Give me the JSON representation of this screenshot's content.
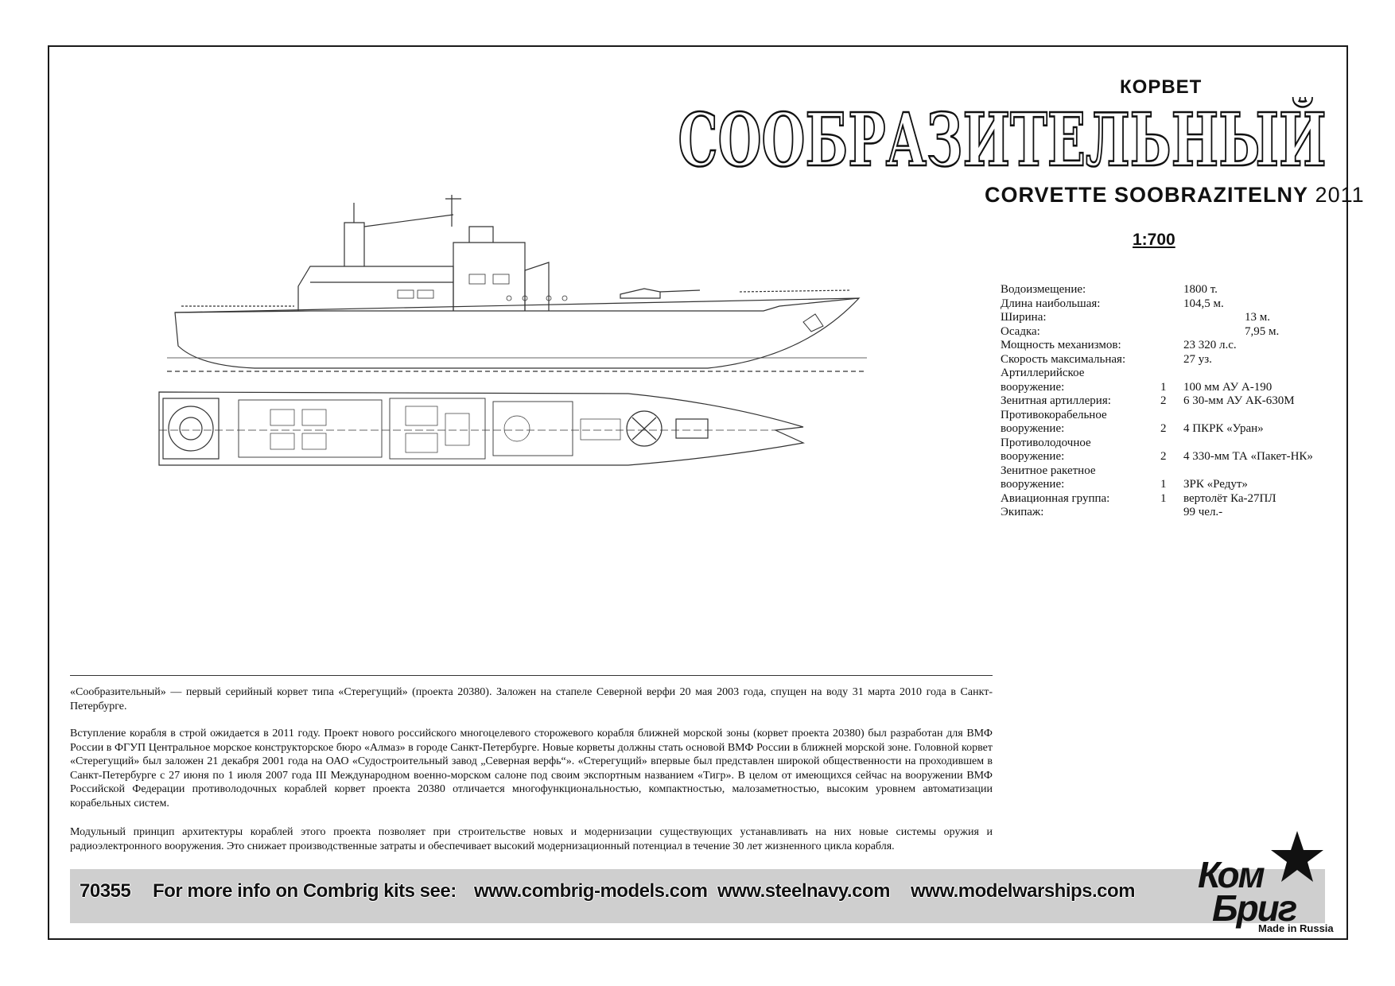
{
  "header": {
    "kind_ru": "КОРВЕТ",
    "name_ru": "СООБРАЗИТЕЛЬНЫЙ",
    "subtitle_bold": "CORVETTE SOOBRAZITELNY",
    "subtitle_year": "2011",
    "scale": "1:700"
  },
  "specs": [
    {
      "label": "Водоизмещение:",
      "qty": "",
      "value": "1800 т."
    },
    {
      "label": "Длина наибольшая:",
      "qty": "",
      "value": "104,5 м."
    },
    {
      "label": "Ширина:",
      "qty": "",
      "value": "13 м.",
      "indent": true
    },
    {
      "label": "Осадка:",
      "qty": "",
      "value": "7,95 м.",
      "indent": true
    },
    {
      "label": "Мощность механизмов:",
      "qty": "",
      "value": "23 320 л.с."
    },
    {
      "label": "Скорость максимальная:",
      "qty": "",
      "value": "27 уз."
    },
    {
      "label": "Артиллерийское",
      "qty": "",
      "value": ""
    },
    {
      "label": "вооружение:",
      "qty": "1",
      "value": "100 мм АУ А-190"
    },
    {
      "label": "Зенитная артиллерия:",
      "qty": "2",
      "value": "6 30-мм АУ АК-630М"
    },
    {
      "label": "Противокорабельное",
      "qty": "",
      "value": ""
    },
    {
      "label": "вооружение:",
      "qty": "2",
      "value": "4 ПКРК «Уран»"
    },
    {
      "label": "Противолодочное",
      "qty": "",
      "value": ""
    },
    {
      "label": "вооружение:",
      "qty": "2",
      "value": "4 330-мм ТА «Пакет-НК»"
    },
    {
      "label": "Зенитное ракетное",
      "qty": "",
      "value": ""
    },
    {
      "label": "вооружение:",
      "qty": "1",
      "value": "ЗРК «Редут»"
    },
    {
      "label": "Авиационная группа:",
      "qty": "1",
      "value": "вертолёт Ка-27ПЛ"
    },
    {
      "label": "Экипаж:",
      "qty": "",
      "value": "99 чел.-"
    }
  ],
  "description": {
    "p1": "«Сообразительный» — первый серийный корвет типа «Стерегущий» (проекта 20380). Заложен на стапеле Северной верфи 20 мая 2003 года, спущен на воду 31 марта 2010 года в Санкт-Петербурге.",
    "p2": "Вступление корабля в строй ожидается в 2011 году. Проект нового российского многоцелевого сторожевого корабля ближней морской зоны (корвет проекта 20380) был разработан для ВМФ России в ФГУП Центральное морское конструкторское бюро «Алмаз» в городе Санкт-Петербурге. Новые корветы должны стать основой ВМФ России в ближней морской зоне. Головной корвет «Стерегущий» был заложен 21 декабря 2001 года на ОАО «Судостроительный завод „Северная верфь“». «Стерегущий» впервые был представлен широкой общественности на проходившем в Санкт-Петербурге с 27 июня по 1 июля 2007 года III Международном военно-морском салоне под своим экспортным названием «Тигр». В целом от имеющихся сейчас на вооружении ВМФ Российской Федерации противолодочных кораблей корвет проекта 20380 отличается многофункциональностью, компактностью, малозаметностью, высоким уровнем автоматизации корабельных систем.",
    "p3": "Модульный принцип архитектуры кораблей этого проекта позволяет при строительстве новых и модернизации существующих устанавливать на них новые системы оружия и радиоэлектронного вооружения. Это снижает производственные затраты и обеспечивает высокий модернизационный потенциал в течение 30 лет жизненного цикла корабля."
  },
  "footer": {
    "code": "70355",
    "info": "For more info on Combrig kits see:",
    "url1": "www.combrig-models.com",
    "url2": "www.steelnavy.com",
    "url3": "www.modelwarships.com"
  },
  "logo": {
    "line1": "Ком",
    "line2": "Бриг",
    "made_in": "Made in Russia"
  }
}
